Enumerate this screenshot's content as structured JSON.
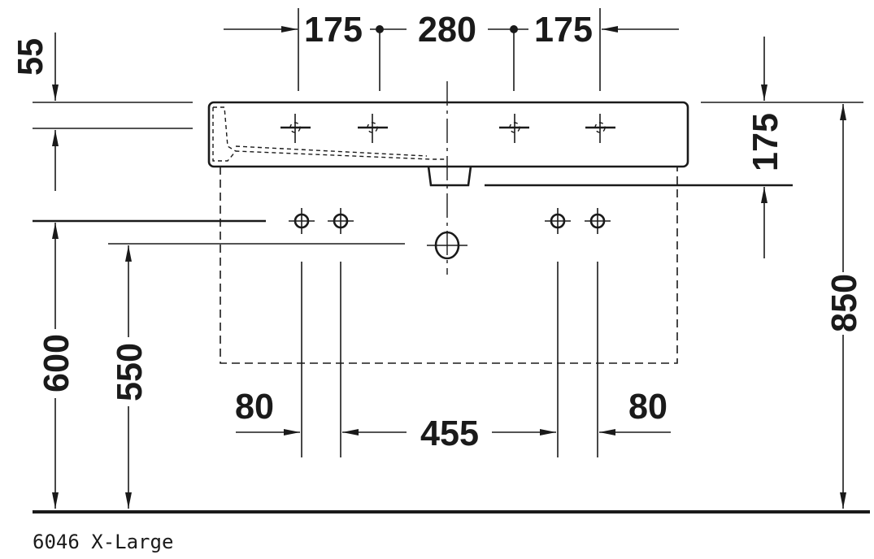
{
  "title": "6046 X-Large",
  "dimensions": {
    "top_left": "175",
    "top_center": "280",
    "top_right": "175",
    "left_top": "55",
    "left_600": "600",
    "left_550": "550",
    "bottom_left": "80",
    "bottom_center": "455",
    "bottom_right": "80",
    "right_175": "175",
    "right_850": "850"
  }
}
